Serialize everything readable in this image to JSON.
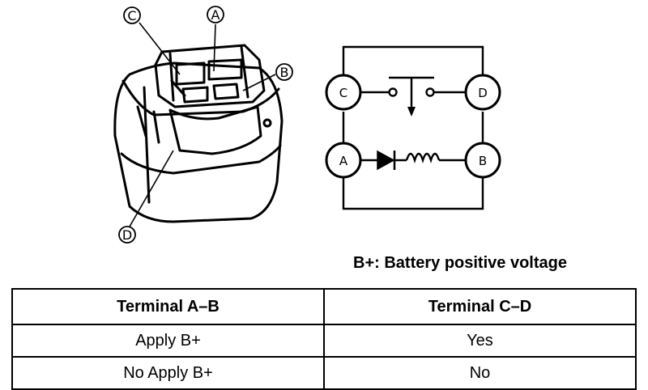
{
  "relay": {
    "callouts": {
      "a": "A",
      "b": "B",
      "c": "C",
      "d": "D"
    }
  },
  "circuit": {
    "terminals": {
      "a": "A",
      "b": "B",
      "c": "C",
      "d": "D"
    }
  },
  "legend": {
    "text": "B+: Battery positive voltage"
  },
  "table": {
    "headers": [
      "Terminal A–B",
      "Terminal C–D"
    ],
    "rows": [
      [
        "Apply  B+",
        "Yes"
      ],
      [
        "No Apply  B+",
        "No"
      ]
    ]
  }
}
